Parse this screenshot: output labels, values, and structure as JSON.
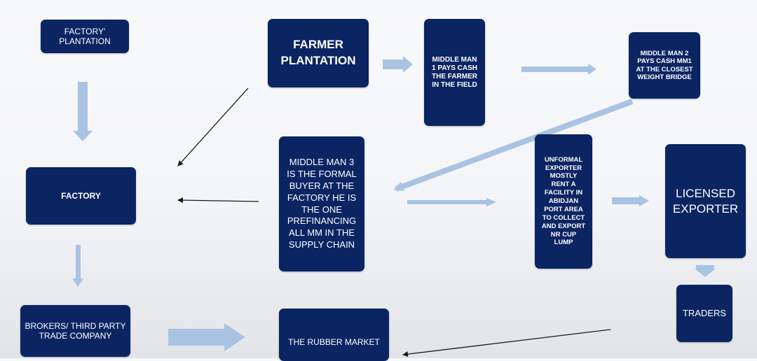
{
  "boxes": {
    "factory_plantation": "FACTORY'\nPLANTATION",
    "farmer_plantation": "FARMER\nPLANTATION",
    "middle_man_1": "MIDDLE MAN\n1 PAYS CASH\nTHE FARMER\nIN THE FIELD",
    "middle_man_2": "MIDDLE MAN 2\nPAYS CASH MM1\nAT THE CLOSEST\nWEIGHT BRIDGE",
    "factory": "FACTORY",
    "middle_man_3": "MIDDLE MAN 3\nIS THE FORMAL\nBUYER AT THE\nFACTORY HE IS\nTHE ONE\nPREFINANCING\nALL MM IN THE\nSUPPLY CHAIN",
    "unformal_exporter": "UNFORMAL\nEXPORTER\nMOSTLY\nRENT A\nFACILITY IN\nABIDJAN\nPORT AREA\nTO COLLECT\nAND EXPORT\nNR CUP\nLUMP",
    "licensed_exporter": "LICENSED\nEXPORTER",
    "traders": "TRADERS",
    "brokers": "BROKERS/ THIRD PARTY\nTRADE COMPANY",
    "rubber_market": "THE RUBBER MARKET"
  },
  "colors": {
    "box_fill": "#0b2563",
    "box_text": "#ffffff",
    "block_arrow": "#a9c3e3",
    "line_arrow": "#1a1a1a"
  }
}
